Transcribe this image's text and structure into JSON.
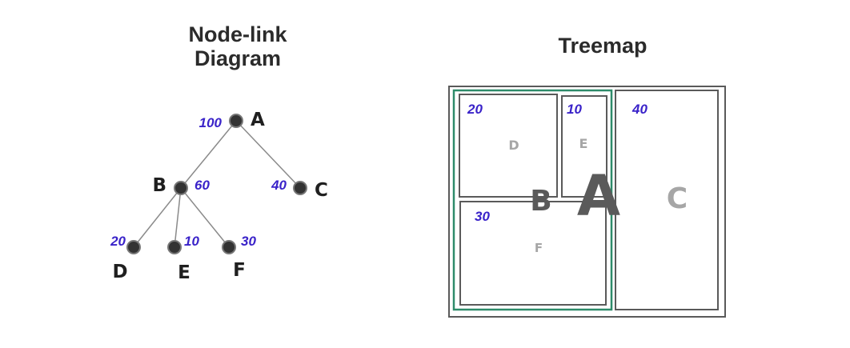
{
  "titles": {
    "node_link_line1": "Node-link",
    "node_link_line2": "Diagram",
    "treemap": "Treemap"
  },
  "colors": {
    "value_text": "#3a23c9",
    "branch_outline": "#2e8b6a",
    "rect_outline": "#5a5a5a",
    "edge": "#8a8a8a",
    "node_fill": "#333333"
  },
  "tree": {
    "nodes": [
      {
        "id": "A",
        "label": "A",
        "value": "100"
      },
      {
        "id": "B",
        "label": "B",
        "value": "60"
      },
      {
        "id": "C",
        "label": "C",
        "value": "40"
      },
      {
        "id": "D",
        "label": "D",
        "value": "20"
      },
      {
        "id": "E",
        "label": "E",
        "value": "10"
      },
      {
        "id": "F",
        "label": "F",
        "value": "30"
      }
    ],
    "edges": [
      {
        "from": "A",
        "to": "B"
      },
      {
        "from": "A",
        "to": "C"
      },
      {
        "from": "B",
        "to": "D"
      },
      {
        "from": "B",
        "to": "E"
      },
      {
        "from": "B",
        "to": "F"
      }
    ]
  },
  "treemap": {
    "A": {
      "label": "A"
    },
    "B": {
      "label": "B"
    },
    "C": {
      "label": "C",
      "value": "40"
    },
    "D": {
      "label": "D",
      "value": "20"
    },
    "E": {
      "label": "E",
      "value": "10"
    },
    "F": {
      "label": "F",
      "value": "30"
    }
  }
}
